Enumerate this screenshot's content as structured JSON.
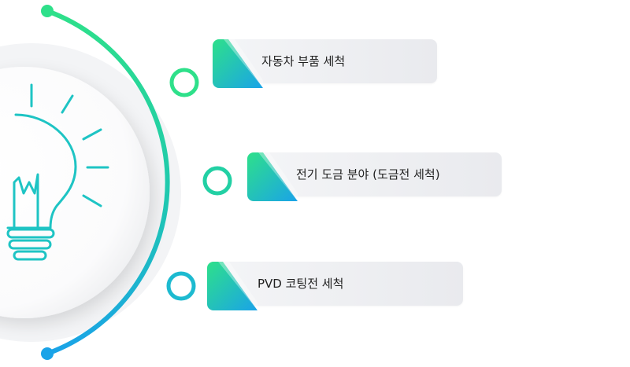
{
  "items": [
    {
      "label": "자동차 부품 세척"
    },
    {
      "label": "전기 도금 분야 (도금전 세척)"
    },
    {
      "label": "PVD 코팅전 세척"
    }
  ],
  "icons": {
    "center": "lightbulb-icon"
  },
  "colors": {
    "accent_green": "#2ee08a",
    "accent_blue": "#1aa3e8",
    "card_bg": "#eef0f3",
    "text": "#1f1f1f"
  }
}
